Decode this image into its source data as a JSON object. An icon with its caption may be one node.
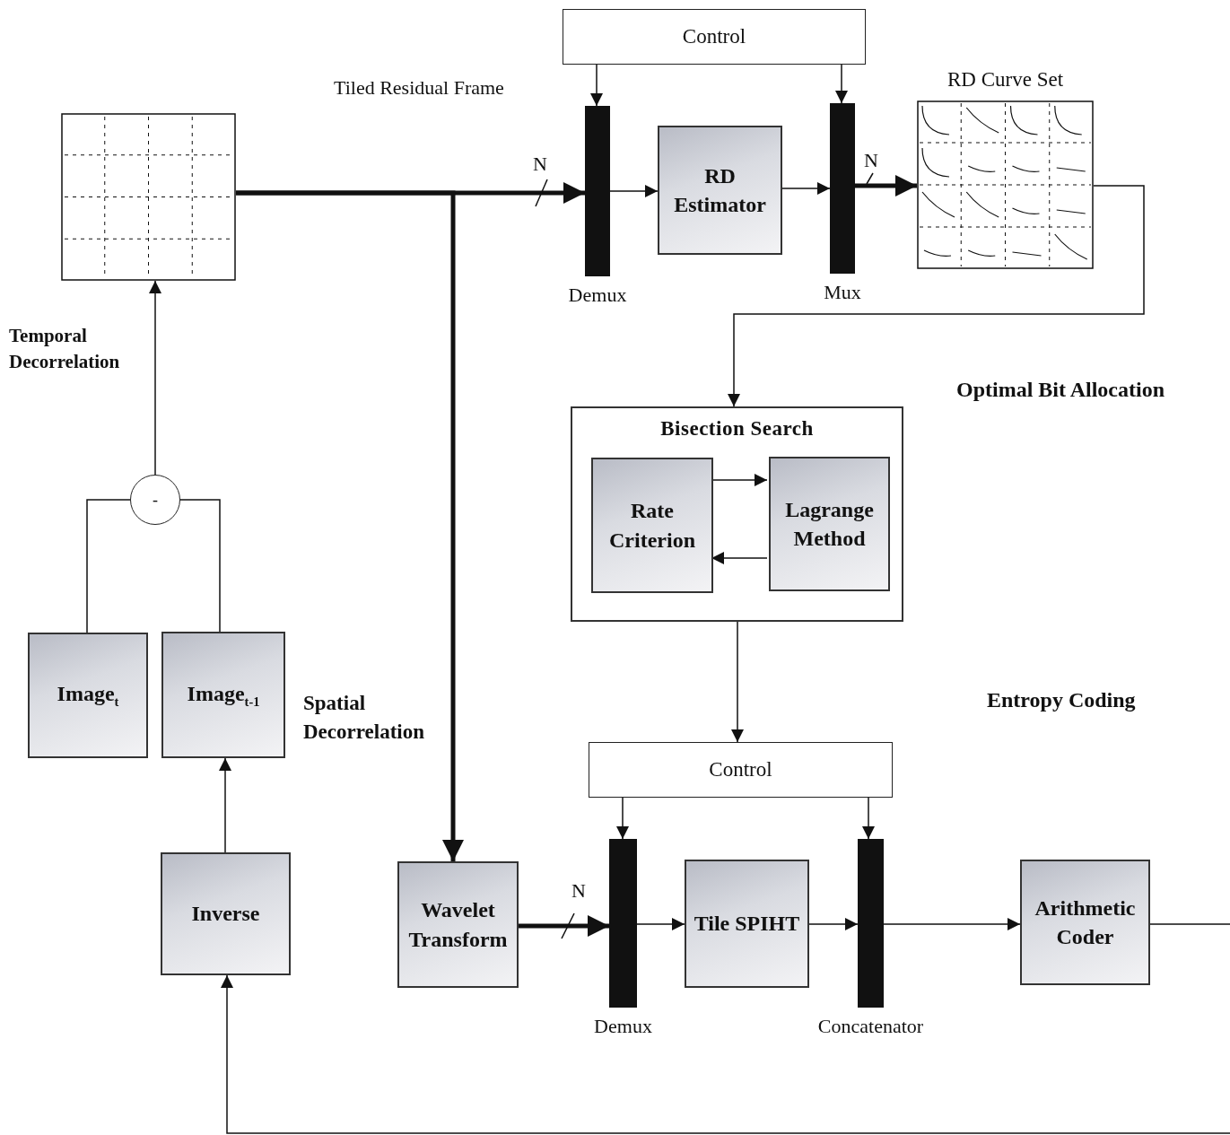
{
  "diagram": {
    "nodes": [
      {
        "text": [
          "Control"
        ]
      },
      {
        "text": [],
        "shape": "picture"
      },
      {
        "text": [],
        "shape": "bar",
        "beside": [
          "Demux"
        ]
      },
      {
        "text": [
          "RD Estimator"
        ]
      },
      {
        "text": [],
        "shape": "bar",
        "beside": [
          "Mux"
        ]
      },
      {
        "text": [
          "RD Curve Set"
        ]
      },
      {
        "text": [
          "Bisection Search"
        ]
      },
      {
        "text": [
          "Rate Criterion"
        ],
        "in": 6
      },
      {
        "text": [
          "Lagrange Method"
        ],
        "in": 6
      },
      {
        "text": [
          "Control"
        ]
      },
      {
        "text": [
          "-"
        ]
      },
      {
        "text": [
          "Image$_{t}$"
        ]
      },
      {
        "text": [
          "Image$_{t-1}$"
        ]
      },
      {
        "text": [
          "Inverse"
        ]
      },
      {
        "text": [
          "Wavelet Transform"
        ]
      },
      {
        "text": [],
        "shape": "bar",
        "beside": [
          "Demux"
        ]
      },
      {
        "text": [
          "Tile SPIHT"
        ]
      },
      {
        "text": [],
        "shape": "bar",
        "beside": [
          "Concatenator"
        ]
      },
      {
        "text": [
          "Arithmetic Coder"
        ]
      }
    ],
    "edges": [
      {
        "from": 0,
        "to": 2,
        "arrow": "to"
      },
      {
        "from": 0,
        "to": 4,
        "arrow": "to"
      },
      {
        "from": 1,
        "to": 2,
        "arrow": "to",
        "style": "thick",
        "label": "N"
      },
      {
        "from": 1,
        "to": 14,
        "arrow": "to",
        "style": "thick"
      },
      {
        "from": 2,
        "to": 3,
        "arrow": "to"
      },
      {
        "from": 3,
        "to": 4,
        "arrow": "to"
      },
      {
        "from": 4,
        "to": 5,
        "arrow": "to",
        "style": "thick",
        "label": "N"
      },
      {
        "from": 5,
        "to": 6,
        "arrow": "to"
      },
      {
        "from": 7,
        "to": 8,
        "arrow": "to"
      },
      {
        "from": 8,
        "to": 7,
        "arrow": "to"
      },
      {
        "from": 6,
        "to": 9,
        "arrow": "to"
      },
      {
        "from": 9,
        "to": 15,
        "arrow": "to"
      },
      {
        "from": 9,
        "to": 17,
        "arrow": "to"
      },
      {
        "from": 14,
        "to": 15,
        "arrow": "to",
        "style": "thick",
        "label": "N"
      },
      {
        "from": 15,
        "to": 16,
        "arrow": "to"
      },
      {
        "from": 16,
        "to": 17,
        "arrow": "to"
      },
      {
        "from": 17,
        "to": 18,
        "arrow": "to"
      },
      {
        "from": 18,
        "to": null,
        "arrow": "none"
      },
      {
        "from": null,
        "to": 13,
        "arrow": "to"
      },
      {
        "from": 11,
        "to": 10,
        "arrow": "none"
      },
      {
        "from": 12,
        "to": 10,
        "arrow": "none"
      },
      {
        "from": 10,
        "to": 1,
        "arrow": "to"
      },
      {
        "from": 13,
        "to": 12,
        "arrow": "to"
      }
    ],
    "labels": [
      "Tiled Residual Frame",
      "Temporal Decorrelation",
      "Optimal Bit Allocation",
      "Spatial Decorrelation",
      "Entropy Coding"
    ]
  }
}
